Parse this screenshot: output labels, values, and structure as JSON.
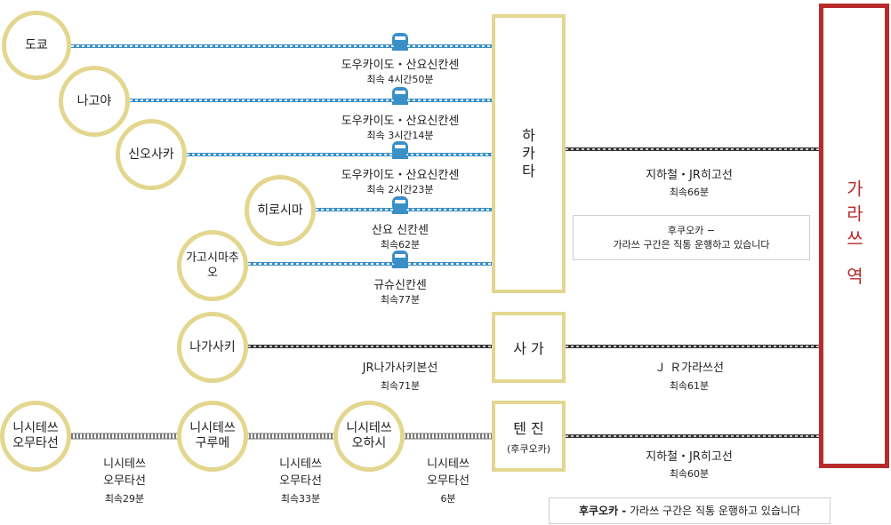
{
  "destination": {
    "label": "가라쓰 역",
    "color": "#b82b2b"
  },
  "hubs": {
    "hakata": "하\n카\n타",
    "saga": "사 가",
    "tenjin": "텐 진",
    "tenjin_sub": "(후쿠오카)"
  },
  "origins": {
    "tokyo": "도쿄",
    "nagoya": "나고야",
    "shinosaka": "신오사카",
    "hiroshima": "히로시마",
    "kagoshima": "가고시마추오",
    "nagasaki": "나가사키",
    "nishitetsu_omuta": "니시테쓰\n오무타선",
    "nishitetsu_kurume": "니시테쓰\n구루메",
    "nishitetsu_ohashi": "니시테쓰\n오하시"
  },
  "routes": {
    "tokyo": {
      "line": "도우카이도・산요신칸센",
      "time": "최속 4시간50분"
    },
    "nagoya": {
      "line": "도우카이도・산요신칸센",
      "time": "최속 3시간14분"
    },
    "shinosaka": {
      "line": "도우카이도・산요신칸센",
      "time": "최속 2시간23분"
    },
    "hiroshima": {
      "line": "산요 신칸센",
      "time": "최속62분"
    },
    "kagoshima": {
      "line": "규슈신칸센",
      "time": "최속77분"
    },
    "nagasaki": {
      "line": "JR나가사키본선",
      "time": "최속71분"
    },
    "omuta_kurume": {
      "line": "니시테쓰\n오무타선",
      "time": "최속29분"
    },
    "kurume_ohashi": {
      "line": "니시테쓰\n오무타선",
      "time": "최속33분"
    },
    "ohashi_tenjin": {
      "line": "니시테쓰\n오무타선",
      "time": "6분"
    },
    "hakata_karatsu": {
      "line": "지하철・JR히고선",
      "time": "최속66분"
    },
    "saga_karatsu": {
      "line": "Ｊ Ｒ가라쓰선",
      "time": "최속61분"
    },
    "tenjin_karatsu": {
      "line": "지하철・JR히고선",
      "time": "최속60분"
    }
  },
  "notes": {
    "middle": "후쿠오카 −\n가라쓰 구간은 직통 운행하고 있습니다",
    "bottom_bold": "후쿠오카 -",
    "bottom_text": " 가라쓰 구간은 직통 운행하고 있습니다"
  },
  "colors": {
    "station_ring": "#e3d68f",
    "shinkansen": "#3a8fc7",
    "rail": "#333333"
  }
}
